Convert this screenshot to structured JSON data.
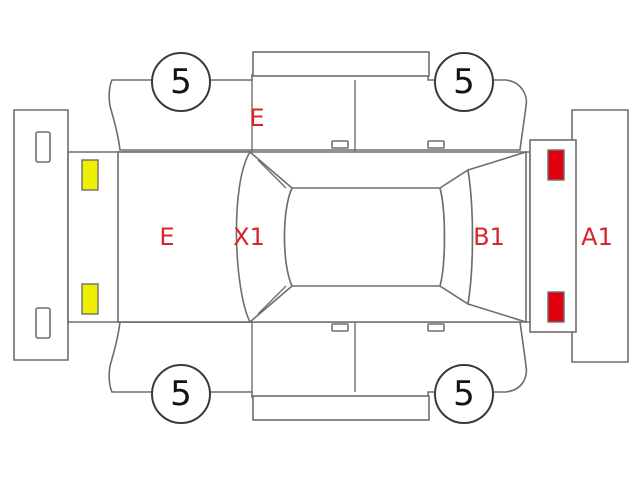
{
  "tires": {
    "front_left": "5",
    "front_right": "5",
    "rear_left": "5",
    "rear_right": "5"
  },
  "damage_codes": {
    "hood": "E",
    "left_front_fender": "E",
    "windshield": "X1",
    "rear_glass": "B1",
    "rear_bumper": "A1"
  },
  "colors": {
    "code_text": "#d8242b",
    "front_lamp": "#eef000",
    "rear_lamp": "#e00010",
    "outline": "#6e6e6e"
  }
}
